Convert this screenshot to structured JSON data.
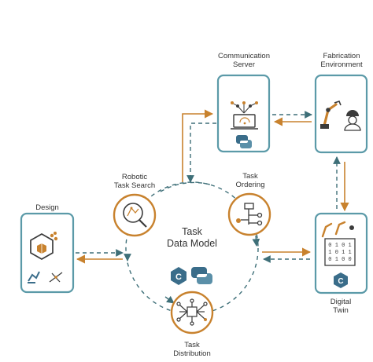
{
  "nodes": {
    "design": {
      "label": "Design"
    },
    "communication_server": {
      "label_line1": "Communication",
      "label_line2": "Server"
    },
    "fabrication_environment": {
      "label_line1": "Fabrication",
      "label_line2": "Environment"
    },
    "digital_twin": {
      "label_line1": "Digital",
      "label_line2": "Twin"
    },
    "robotic_task_search": {
      "label_line1": "Robotic",
      "label_line2": "Task Search"
    },
    "task_ordering": {
      "label_line1": "Task",
      "label_line2": "Ordering"
    },
    "task_distribution": {
      "label_line1": "Task",
      "label_line2": "Distribution"
    },
    "task_data_model": {
      "label_line1": "Task",
      "label_line2": "Data Model"
    }
  },
  "colors": {
    "teal_border": "#5b9aa8",
    "orange_accent": "#c8822e",
    "dashed_line": "#3e6f78",
    "icon_dark": "#3b3b3b",
    "language_icon": "#3a6d8a"
  },
  "icons": [
    "cube-node-icon",
    "robot-arm-icon",
    "drone-icon",
    "network-laptop-icon",
    "python-icon",
    "robot-worker-icon",
    "binary-code-icon",
    "c-lang-icon",
    "search-blueprint-icon",
    "tree-order-icon",
    "chip-distribution-icon"
  ]
}
